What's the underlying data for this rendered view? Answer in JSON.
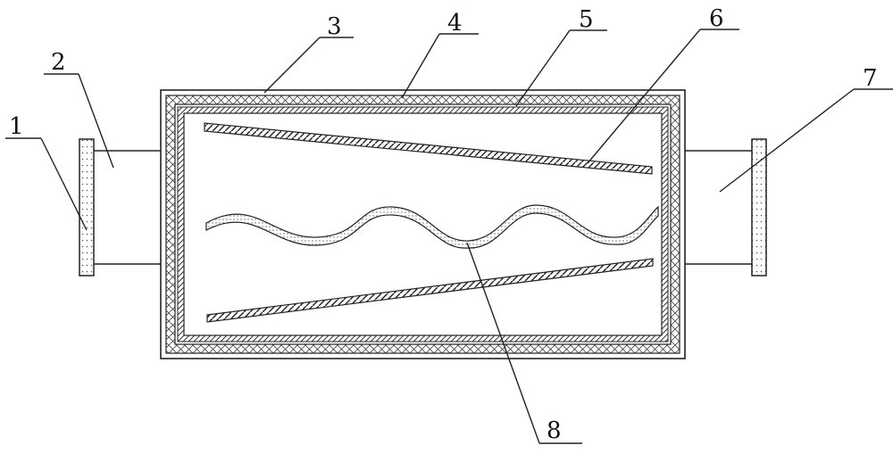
{
  "labels": {
    "l1": "1",
    "l2": "2",
    "l3": "3",
    "l4": "4",
    "l5": "5",
    "l6": "6",
    "l7": "7",
    "l8": "8"
  },
  "colors": {
    "stroke": "#222222",
    "hatch": "#444444",
    "background": "#ffffff"
  }
}
